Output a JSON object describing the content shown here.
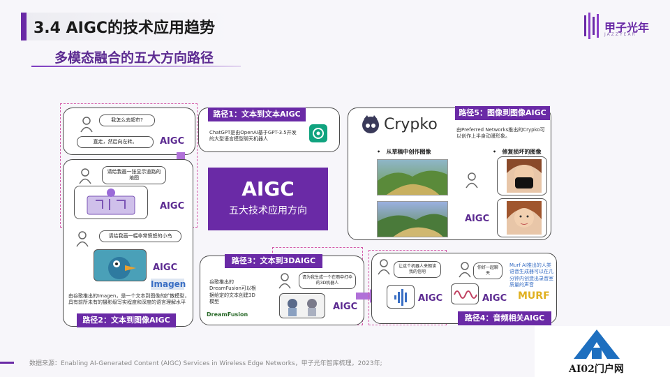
{
  "header": {
    "title": "3.4 AIGC的技术应用趋势",
    "subtitle": "多模态融合的五大方向路径"
  },
  "logo": {
    "text": "甲子光年",
    "sub": "JAZZYEAR"
  },
  "center": {
    "main": "AIGC",
    "sub": "五大技术应用方向"
  },
  "path1": {
    "tag": "路径1：文本到文本AIGC",
    "q": "我怎么去超市?",
    "a": "直走，然后向左转。",
    "aigc": "AIGC",
    "desc": "ChatGPT是由OpenAI基于GPT-3.5开发的大型语言模型聊天机器人"
  },
  "path2": {
    "tag": "路径2：文本到图像AIGC",
    "q1": "请给我画一张显示道路的地图",
    "aigc1": "AIGC",
    "q2": "请给我画一幅非常愤怒的小鸟",
    "aigc2": "AIGC",
    "brand": "Imagen",
    "desc": "由谷歌推出的Imagen，是一个文本到图像的扩散模型，具有前所未有的摄影级写实程度和深度的语言理解水平"
  },
  "path3": {
    "tag": "路径3：文本到3DAIGC",
    "desc": "谷歌推出的DreamFusion可以根据给定的文本创建3D模型",
    "q": "请为我生成一个在雨中打伞的3D机器人",
    "aigc": "AIGC",
    "brand": "DreamFusion"
  },
  "path4": {
    "tag": "路径4：音频相关AIGC",
    "q1": "让这个机器人来朗读我的信吧",
    "aigc1": "AIGC",
    "q2": "你好一起聊天",
    "aigc2": "AIGC",
    "desc": "Murf AI推出的人类语音生成器可以在几分钟内创造出录音室质量的声音",
    "brand": "MURF"
  },
  "path5": {
    "tag": "路径5：图像到图像AIGC",
    "brand": "Crypko",
    "desc": "由Preferred Networks推出的Crypko可以创作上半身动漫形象。",
    "col1": "从草稿中创作图像",
    "col2": "修复损坏的图像",
    "aigc": "AIGC"
  },
  "footer": {
    "source": "数据来源：Enabling AI-Generated Content (AIGC) Services in Wireless Edge Networks，甲子光年智库梳理，2023年;"
  },
  "watermark": {
    "text": "AI02门户网"
  },
  "colors": {
    "accent": "#6a2aa6",
    "dashed": "#d45aa8"
  }
}
